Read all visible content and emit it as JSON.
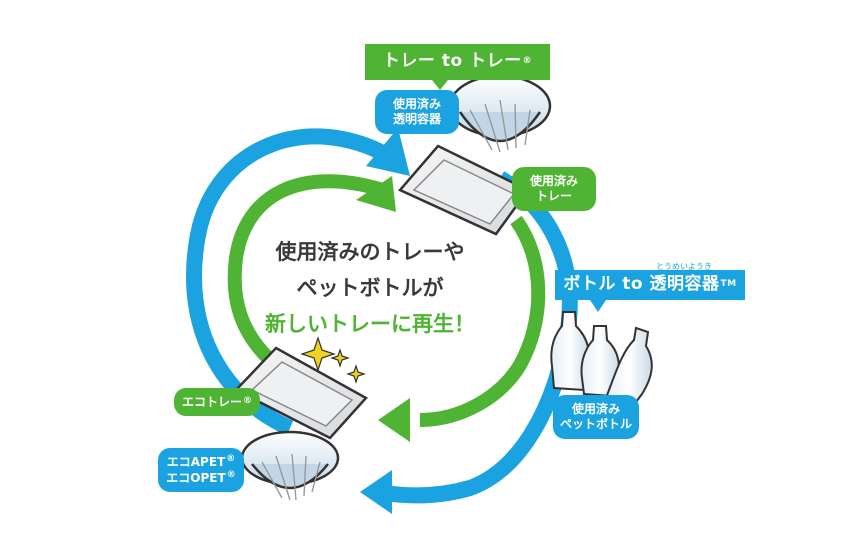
{
  "banner_tray": {
    "text": "トレー to トレー",
    "mark": "®"
  },
  "banner_bottle": {
    "text": "ボトル to 透明容器",
    "mark": "TM",
    "ruby": "とうめいようき"
  },
  "center": {
    "line1": "使用済みのトレーや",
    "line2": "ペットボトルが",
    "line3": "新しいトレーに再生！"
  },
  "labels": {
    "used_clear": [
      "使用済み",
      "透明容器"
    ],
    "used_tray": [
      "使用済み",
      "トレー"
    ],
    "used_pet": [
      "使用済み",
      "ペットボトル"
    ],
    "eco_tray": {
      "text": "エコトレー",
      "mark": "®"
    },
    "eco_apet": {
      "line1": "エコAPET",
      "line2": "エコOPET",
      "mark": "®"
    }
  },
  "colors": {
    "green": "#4fb334",
    "blue": "#1aa3e0",
    "dark_text": "#3a3a3a"
  }
}
